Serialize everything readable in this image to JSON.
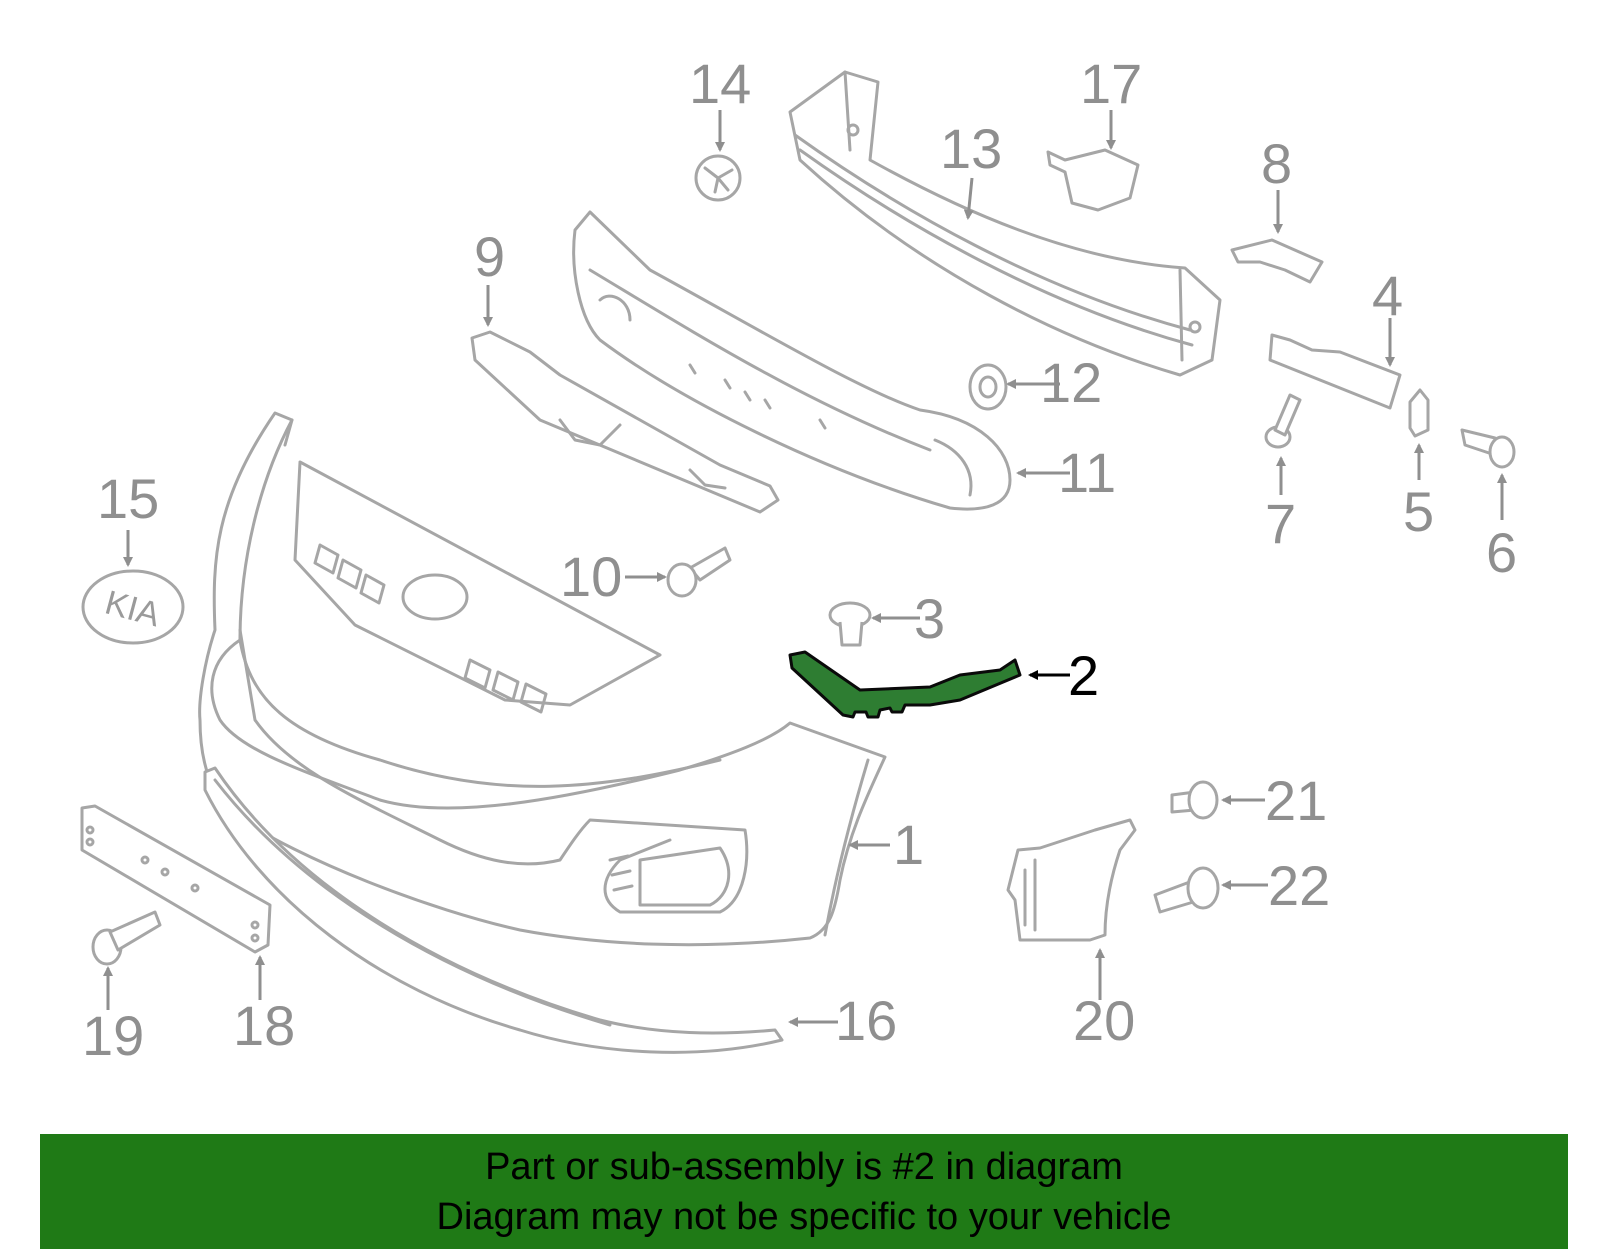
{
  "diagram": {
    "callouts": [
      {
        "id": "1",
        "label": "1"
      },
      {
        "id": "2",
        "label": "2",
        "highlighted": true
      },
      {
        "id": "3",
        "label": "3"
      },
      {
        "id": "4",
        "label": "4"
      },
      {
        "id": "5",
        "label": "5"
      },
      {
        "id": "6",
        "label": "6"
      },
      {
        "id": "7",
        "label": "7"
      },
      {
        "id": "8",
        "label": "8"
      },
      {
        "id": "9",
        "label": "9"
      },
      {
        "id": "10",
        "label": "10"
      },
      {
        "id": "11",
        "label": "11"
      },
      {
        "id": "12",
        "label": "12"
      },
      {
        "id": "13",
        "label": "13"
      },
      {
        "id": "14",
        "label": "14"
      },
      {
        "id": "15",
        "label": "15"
      },
      {
        "id": "16",
        "label": "16"
      },
      {
        "id": "17",
        "label": "17"
      },
      {
        "id": "18",
        "label": "18"
      },
      {
        "id": "19",
        "label": "19"
      },
      {
        "id": "20",
        "label": "20"
      },
      {
        "id": "21",
        "label": "21"
      },
      {
        "id": "22",
        "label": "22"
      }
    ],
    "logo_text": "KIA",
    "highlight_color": "#2e7d32",
    "line_color": "#a6a6a6"
  },
  "banner": {
    "line1": "Part or sub-assembly is #2 in diagram",
    "line2": "Diagram may not be specific to your vehicle",
    "background": "#1f7a16"
  }
}
